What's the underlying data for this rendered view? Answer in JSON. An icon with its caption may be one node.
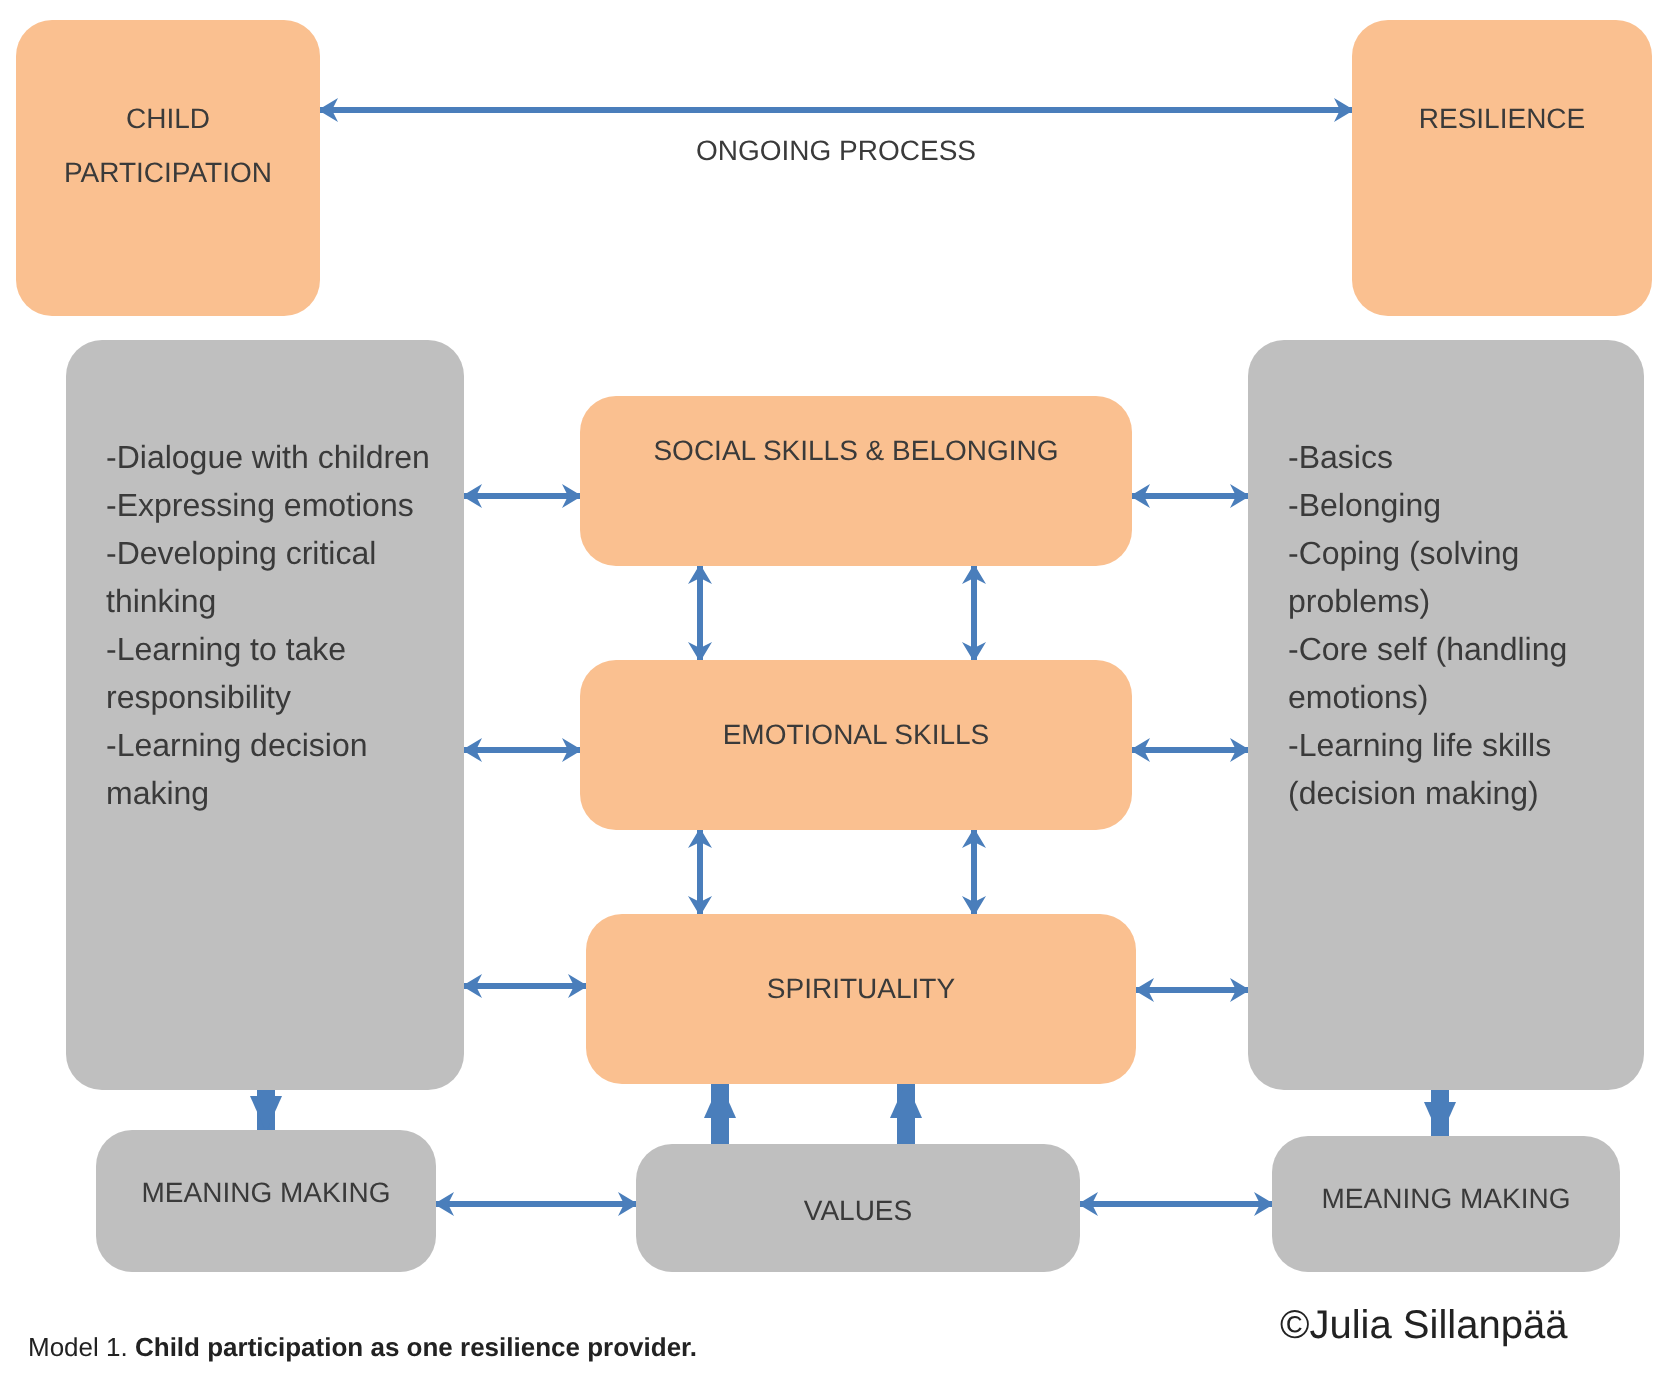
{
  "diagram": {
    "caption": "Model 1. **Child participation as one resilience provider.**",
    "nodes": [
      {
        "text": [
          "CHILD PARTICIPATION"
        ]
      },
      {
        "text": [
          "RESILIENCE"
        ]
      },
      {
        "text": [
          "-Dialogue with children",
          "-Expressing emotions",
          "-Developing critical thinking",
          "-Learning to take responsibility",
          "-Learning decision making"
        ]
      },
      {
        "text": [
          "SOCIAL SKILLS & BELONGING"
        ]
      },
      {
        "text": [
          "EMOTIONAL SKILLS"
        ]
      },
      {
        "text": [
          "SPIRITUALITY"
        ]
      },
      {
        "text": [
          "-Basics",
          "-Belonging",
          "-Coping (solving problems)",
          "-Core self (handling emotions)",
          "-Learning life skills (decision making)"
        ]
      },
      {
        "text": [
          "MEANING MAKING"
        ]
      },
      {
        "text": [
          "VALUES"
        ]
      },
      {
        "text": [
          "MEANING MAKING"
        ]
      }
    ],
    "edges": [
      {
        "from": 0,
        "to": 1,
        "arrow": "both",
        "label": "ONGOING PROCESS"
      },
      {
        "from": 2,
        "to": 3,
        "arrow": "both"
      },
      {
        "from": 2,
        "to": 4,
        "arrow": "both"
      },
      {
        "from": 2,
        "to": 5,
        "arrow": "both"
      },
      {
        "from": 3,
        "to": 6,
        "arrow": "both"
      },
      {
        "from": 4,
        "to": 6,
        "arrow": "both"
      },
      {
        "from": 5,
        "to": 6,
        "arrow": "both"
      },
      {
        "from": 3,
        "to": 4,
        "arrow": "both"
      },
      {
        "from": 3,
        "to": 4,
        "arrow": "both"
      },
      {
        "from": 4,
        "to": 5,
        "arrow": "both"
      },
      {
        "from": 4,
        "to": 5,
        "arrow": "both"
      },
      {
        "from": 2,
        "to": 7,
        "arrow": "to",
        "style": "thick"
      },
      {
        "from": 6,
        "to": 9,
        "arrow": "to",
        "style": "thick"
      },
      {
        "from": 8,
        "to": 5,
        "arrow": "to",
        "style": "thick"
      },
      {
        "from": 8,
        "to": 5,
        "arrow": "to",
        "style": "thick"
      },
      {
        "from": 7,
        "to": 8,
        "arrow": "both"
      },
      {
        "from": 8,
        "to": 9,
        "arrow": "both"
      }
    ],
    "labels": [
      "©Julia Sillanpää"
    ]
  }
}
